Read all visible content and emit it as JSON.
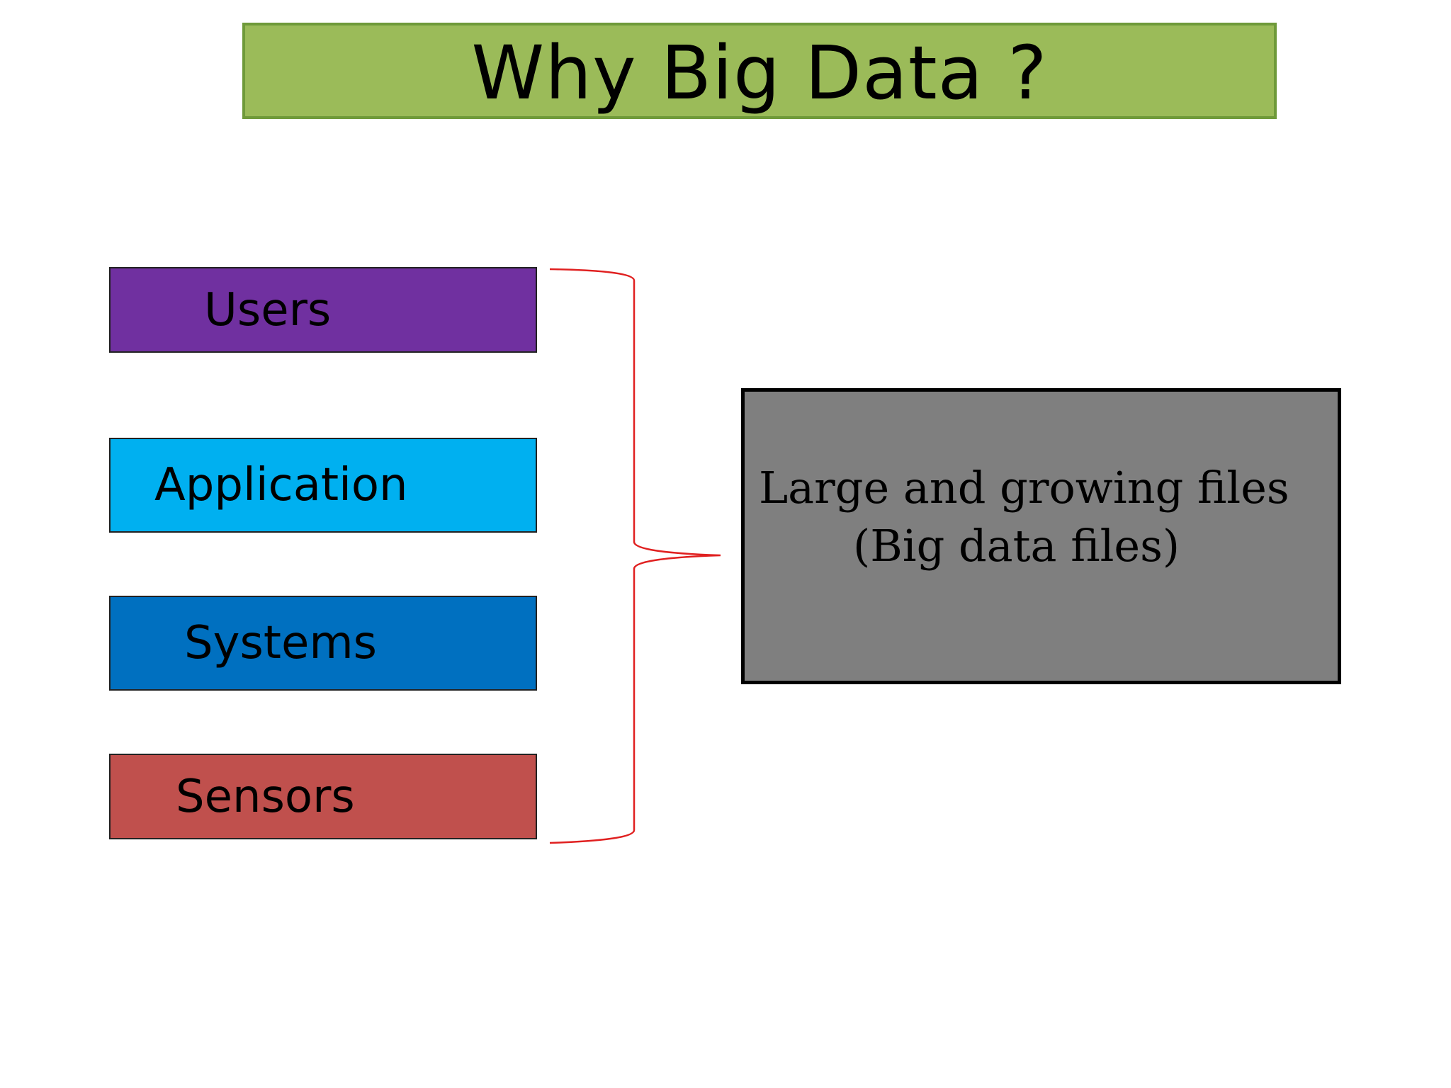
{
  "title": "Why Big Data ?",
  "sources": [
    {
      "label": "Users",
      "color": "#7030a0"
    },
    {
      "label": "Application",
      "color": "#00b0f0"
    },
    {
      "label": "Systems",
      "color": "#0070c0"
    },
    {
      "label": "Sensors",
      "color": "#c0504d"
    }
  ],
  "result": {
    "line1": "Large and growing files",
    "line2": "(Big data files)",
    "color": "#7f7f7f"
  },
  "colors": {
    "title_fill": "#9bbb59",
    "brace": "#e02020"
  }
}
